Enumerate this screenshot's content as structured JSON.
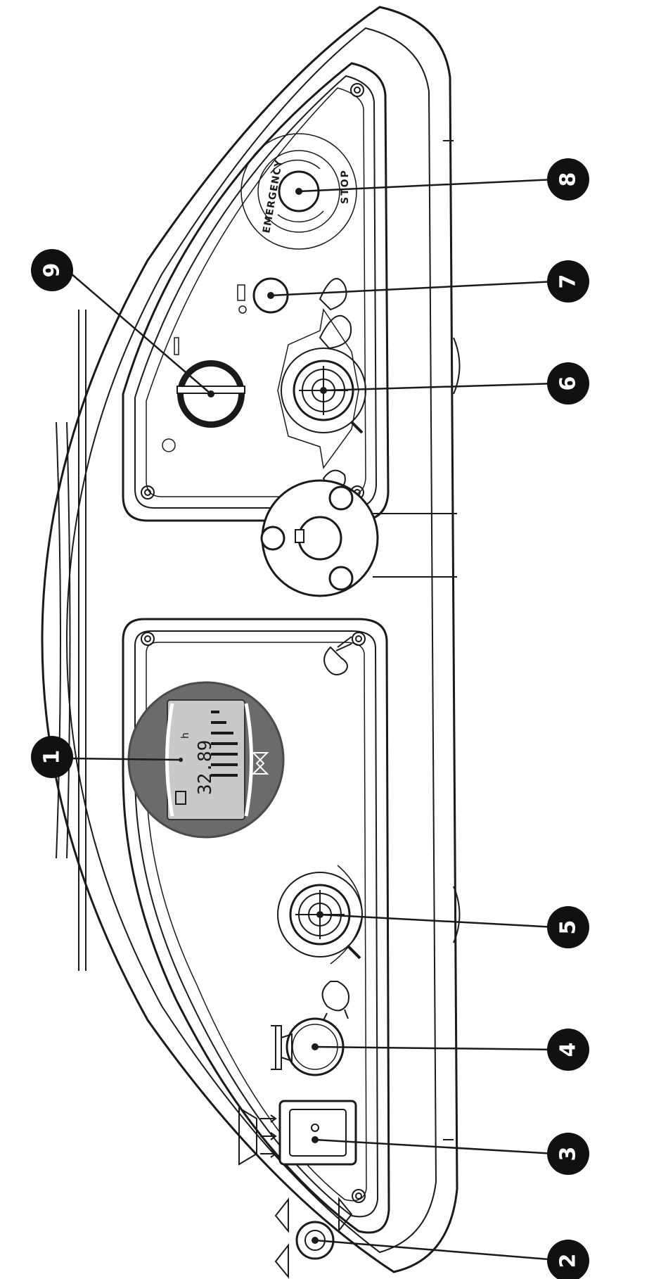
{
  "callouts": [
    {
      "number": "1",
      "target": "display-gauge"
    },
    {
      "number": "2",
      "target": "direction-switch"
    },
    {
      "number": "3",
      "target": "vacuum-switch"
    },
    {
      "number": "4",
      "target": "horn-button"
    },
    {
      "number": "5",
      "target": "speed-knob"
    },
    {
      "number": "6",
      "target": "water-flow-knob"
    },
    {
      "number": "7",
      "target": "water-on-off-button"
    },
    {
      "number": "8",
      "target": "emergency-stop-button"
    },
    {
      "number": "9",
      "target": "key-switch"
    }
  ],
  "display": {
    "time": "32.89",
    "unit": "h"
  },
  "emergency_stop": {
    "arc_text": "EMERGENCY",
    "stop_text": "STOP"
  },
  "colors": {
    "line": "#1a1a1a",
    "callout_fill": "#111111",
    "callout_text": "#ffffff",
    "display_bezel": "#6b6b6b",
    "display_screen": "#c9c9c9"
  }
}
